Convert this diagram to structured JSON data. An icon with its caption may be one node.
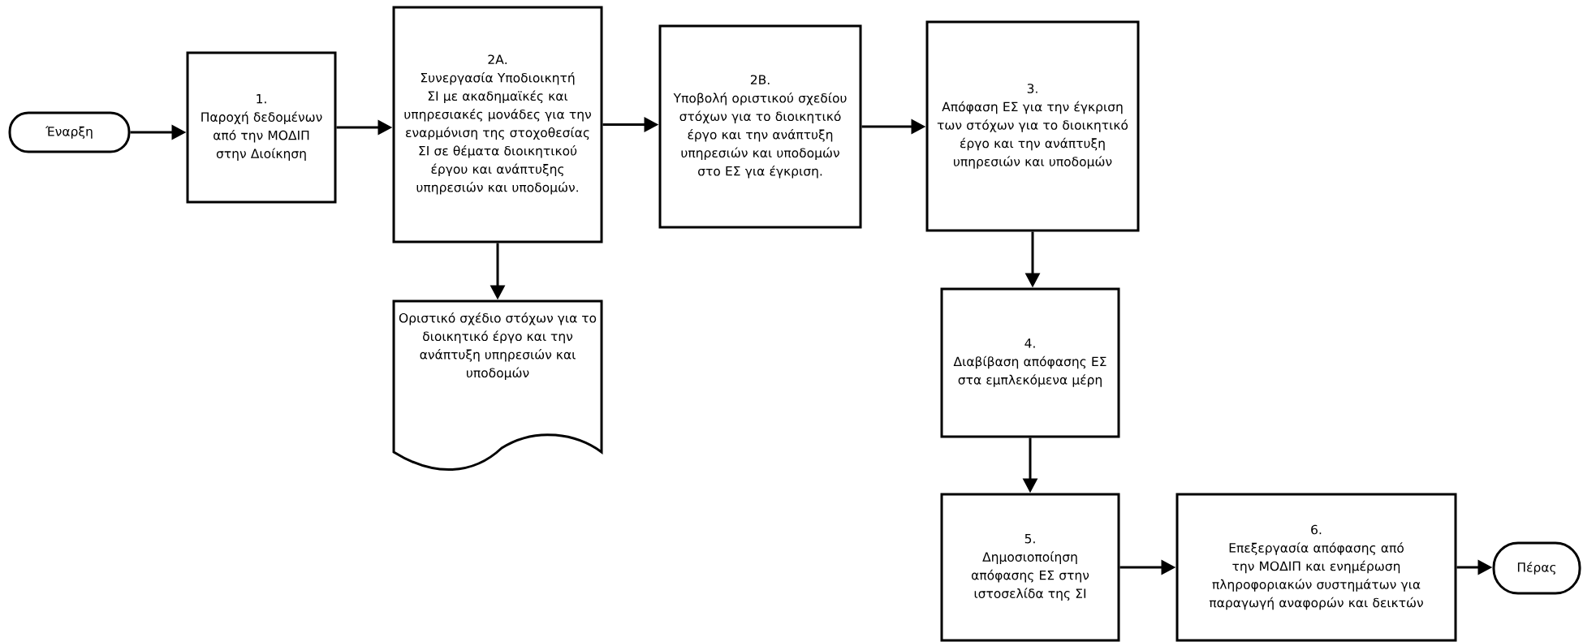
{
  "diagram": {
    "nodes": [
      {
        "text": [
          "Έναρξη"
        ]
      },
      {
        "text": [
          "1.",
          "Παροχή δεδομένων από την ΜΟΔΙΠ στην Διοίκηση"
        ]
      },
      {
        "text": [
          "2Α.",
          "Συνεργασία Υποδιοικητή ΣΙ με ακαδημαϊκές και υπηρεσιακές μονάδες για την εναρμόνιση της στοχοθεσίας ΣΙ σε θέματα διοικητικού έργου και ανάπτυξης υπηρεσιών και υποδομών."
        ]
      },
      {
        "text": [
          "2Β.",
          "Υποβολή οριστικού σχεδίου στόχων για το διοικητικό έργο και την ανάπτυξη υπηρεσιών και υποδομών στο ΕΣ για έγκριση."
        ]
      },
      {
        "text": [
          "3.",
          "Απόφαση ΕΣ για την έγκριση των στόχων για το διοικητικό έργο και την ανάπτυξη υπηρεσιών και υποδομών"
        ]
      },
      {
        "text": [
          "Οριστικό σχέδιο στόχων για το διοικητικό έργο και την ανάπτυξη υπηρεσιών και υποδομών"
        ]
      },
      {
        "text": [
          "4.",
          "Διαβίβαση απόφασης ΕΣ στα εμπλεκόμενα μέρη"
        ]
      },
      {
        "text": [
          "5.",
          "Δημοσιοποίηση απόφασης ΕΣ στην ιστοσελίδα της ΣΙ"
        ]
      },
      {
        "text": [
          "6.",
          "Επεξεργασία απόφασης από την ΜΟΔΙΠ και ενημέρωση πληροφοριακών συστημάτων για παραγωγή αναφορών και δεικτών"
        ]
      },
      {
        "text": [
          "Πέρας"
        ]
      }
    ],
    "edges": [
      {
        "from": 0,
        "to": 1,
        "arrow": "to"
      },
      {
        "from": 1,
        "to": 2,
        "arrow": "to"
      },
      {
        "from": 2,
        "to": 3,
        "arrow": "to"
      },
      {
        "from": 3,
        "to": 4,
        "arrow": "to"
      },
      {
        "from": 2,
        "to": 5,
        "arrow": "to"
      },
      {
        "from": 4,
        "to": 6,
        "arrow": "to"
      },
      {
        "from": 6,
        "to": 7,
        "arrow": "to"
      },
      {
        "from": 7,
        "to": 8,
        "arrow": "to"
      },
      {
        "from": 8,
        "to": 9,
        "arrow": "to"
      }
    ]
  }
}
